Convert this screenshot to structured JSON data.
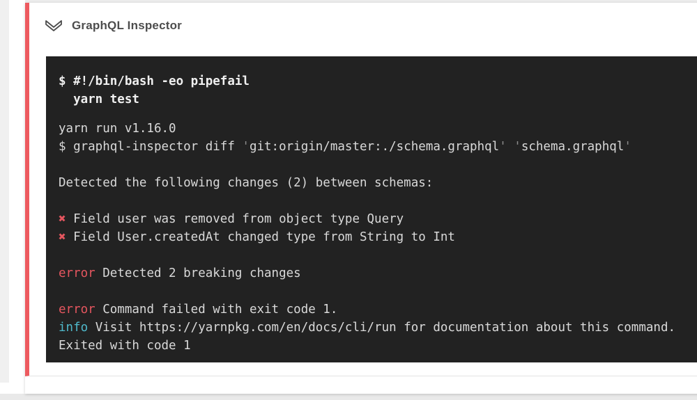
{
  "page": {
    "background_color": "#ffffff",
    "left_rail_color": "#f0f0f0",
    "top_strip_color": "#ececec",
    "bottom_strip_color": "#e9e9e9"
  },
  "card": {
    "background_color": "#ffffff",
    "accent_color": "#ed5a5f",
    "divider_color": "#e2e2e2"
  },
  "header": {
    "title": "GraphQL Inspector",
    "title_color": "#4d4d4d",
    "icon": "double-chevron-down-icon"
  },
  "terminal": {
    "background_color": "#222222",
    "colors": {
      "cmd": "#f0f0f0",
      "plain": "#d9d9d9",
      "red": "#e5565f",
      "cyan": "#4fb9cb",
      "dim": "#8d8d8d"
    },
    "lines": [
      {
        "segments": [
          {
            "text": "$ #!/bin/bash -eo pipefail",
            "color": "cmd",
            "bold": true
          }
        ]
      },
      {
        "segments": [
          {
            "text": "  yarn test",
            "color": "cmd",
            "bold": true
          }
        ],
        "gap": 16
      },
      {
        "segments": [
          {
            "text": "yarn run v1.16.0",
            "color": "plain"
          }
        ]
      },
      {
        "segments": [
          {
            "text": "$ graphql-inspector diff ",
            "color": "plain"
          },
          {
            "text": "'",
            "color": "dim"
          },
          {
            "text": "git:origin/master:./schema.graphql",
            "color": "plain"
          },
          {
            "text": "'",
            "color": "dim"
          },
          {
            "text": " ",
            "color": "plain"
          },
          {
            "text": "'",
            "color": "dim"
          },
          {
            "text": "schema.graphql",
            "color": "plain"
          },
          {
            "text": "'",
            "color": "dim"
          }
        ]
      },
      {
        "segments": []
      },
      {
        "segments": [
          {
            "text": "Detected the following changes (2) between schemas:",
            "color": "plain"
          }
        ]
      },
      {
        "segments": []
      },
      {
        "segments": [
          {
            "text": "✖",
            "color": "red"
          },
          {
            "text": " Field user was removed from object type Query",
            "color": "plain"
          }
        ]
      },
      {
        "segments": [
          {
            "text": "✖",
            "color": "red"
          },
          {
            "text": " Field User.createdAt changed type from String to Int",
            "color": "plain"
          }
        ]
      },
      {
        "segments": []
      },
      {
        "segments": [
          {
            "text": "error",
            "color": "red"
          },
          {
            "text": " Detected 2 breaking changes",
            "color": "plain"
          }
        ]
      },
      {
        "segments": []
      },
      {
        "segments": [
          {
            "text": "error",
            "color": "red"
          },
          {
            "text": " Command failed with exit code 1.",
            "color": "plain"
          }
        ]
      },
      {
        "segments": [
          {
            "text": "info",
            "color": "cyan"
          },
          {
            "text": " Visit https://yarnpkg.com/en/docs/cli/run for documentation about this command.",
            "color": "plain"
          }
        ]
      },
      {
        "segments": [
          {
            "text": "Exited with code 1",
            "color": "plain"
          }
        ]
      }
    ]
  }
}
